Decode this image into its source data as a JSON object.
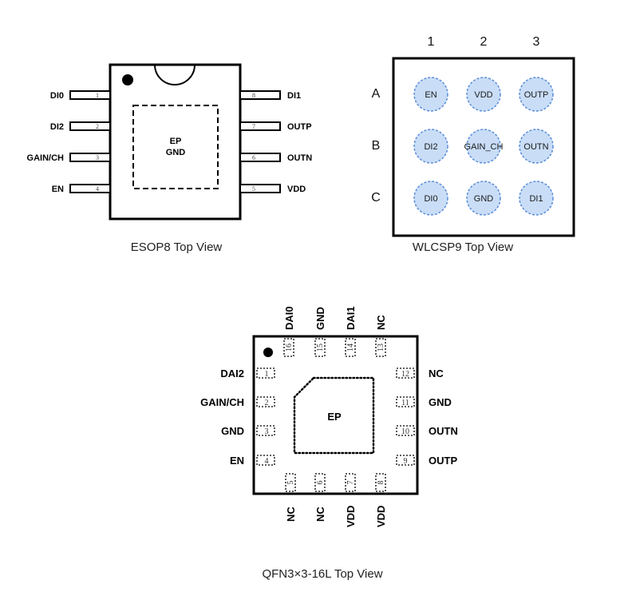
{
  "esop8": {
    "caption": "ESOP8 Top View",
    "ep_label_1": "EP",
    "ep_label_2": "GND",
    "left_pins": [
      {
        "num": "1",
        "label": "DI0"
      },
      {
        "num": "2",
        "label": "DI2"
      },
      {
        "num": "3",
        "label": "GAIN/CH"
      },
      {
        "num": "4",
        "label": "EN"
      }
    ],
    "right_pins": [
      {
        "num": "8",
        "label": "DI1"
      },
      {
        "num": "7",
        "label": "OUTP"
      },
      {
        "num": "6",
        "label": "OUTN"
      },
      {
        "num": "5",
        "label": "VDD"
      }
    ]
  },
  "wlcsp9": {
    "caption": "WLCSP9 Top View",
    "columns": [
      "1",
      "2",
      "3"
    ],
    "rows": [
      "A",
      "B",
      "C"
    ],
    "balls": [
      [
        "EN",
        "VDD",
        "OUTP"
      ],
      [
        "DI2",
        "GAIN_CH",
        "OUTN"
      ],
      [
        "DI0",
        "GND",
        "DI1"
      ]
    ],
    "ball_color": "#c9ddf7",
    "ball_border": "#5b8ed8"
  },
  "qfn": {
    "caption": "QFN3×3-16L Top View",
    "ep_label": "EP",
    "top_pins": [
      {
        "num": "16",
        "label": "DAI0"
      },
      {
        "num": "15",
        "label": "GND"
      },
      {
        "num": "14",
        "label": "DAI1"
      },
      {
        "num": "13",
        "label": "NC"
      }
    ],
    "left_pins": [
      {
        "num": "1",
        "label": "DAI2"
      },
      {
        "num": "2",
        "label": "GAIN/CH"
      },
      {
        "num": "3",
        "label": "GND"
      },
      {
        "num": "4",
        "label": "EN"
      }
    ],
    "right_pins": [
      {
        "num": "12",
        "label": "NC"
      },
      {
        "num": "11",
        "label": "GND"
      },
      {
        "num": "10",
        "label": "OUTN"
      },
      {
        "num": "9",
        "label": "OUTP"
      }
    ],
    "bottom_pins": [
      {
        "num": "5",
        "label": "NC"
      },
      {
        "num": "6",
        "label": "NC"
      },
      {
        "num": "7",
        "label": "VDD"
      },
      {
        "num": "8",
        "label": "VDD"
      }
    ]
  }
}
